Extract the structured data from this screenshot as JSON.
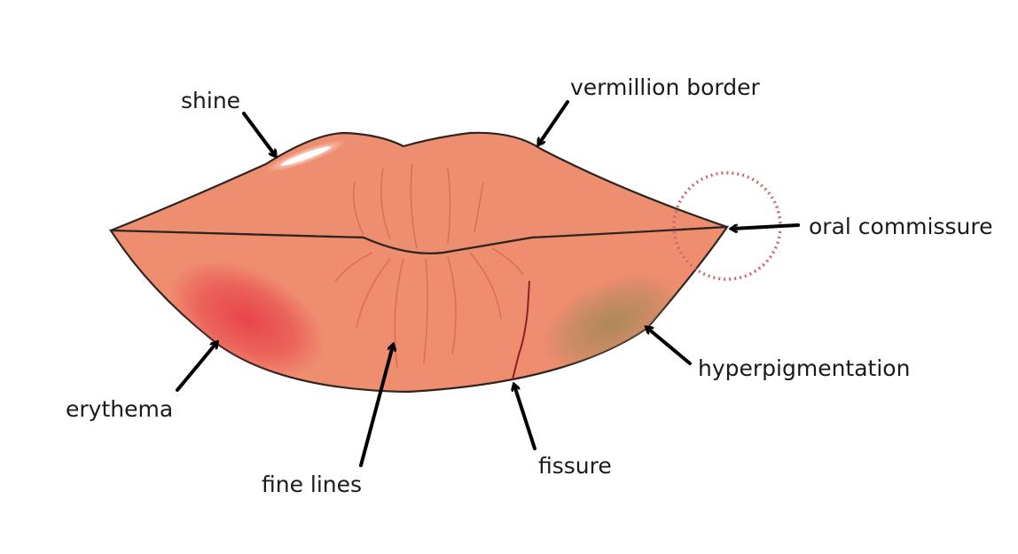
{
  "labels": {
    "shine": "shine",
    "vermillion_border": "vermillion border",
    "oral_commissure": "oral commissure",
    "hyperpigmentation": "hyperpigmentation",
    "fissure": "fissure",
    "fine_lines": "fine lines",
    "erythema": "erythema"
  },
  "colors": {
    "lip_base": "#ee8e70",
    "outline": "#2e2420",
    "erythema": "#e8414a",
    "hyperpigmentation": "#b08a5c",
    "fissure": "#8e1f2a",
    "fine_lines": "#d26a50",
    "commissure_circle": "#d2666e",
    "arrow": "#000000"
  }
}
